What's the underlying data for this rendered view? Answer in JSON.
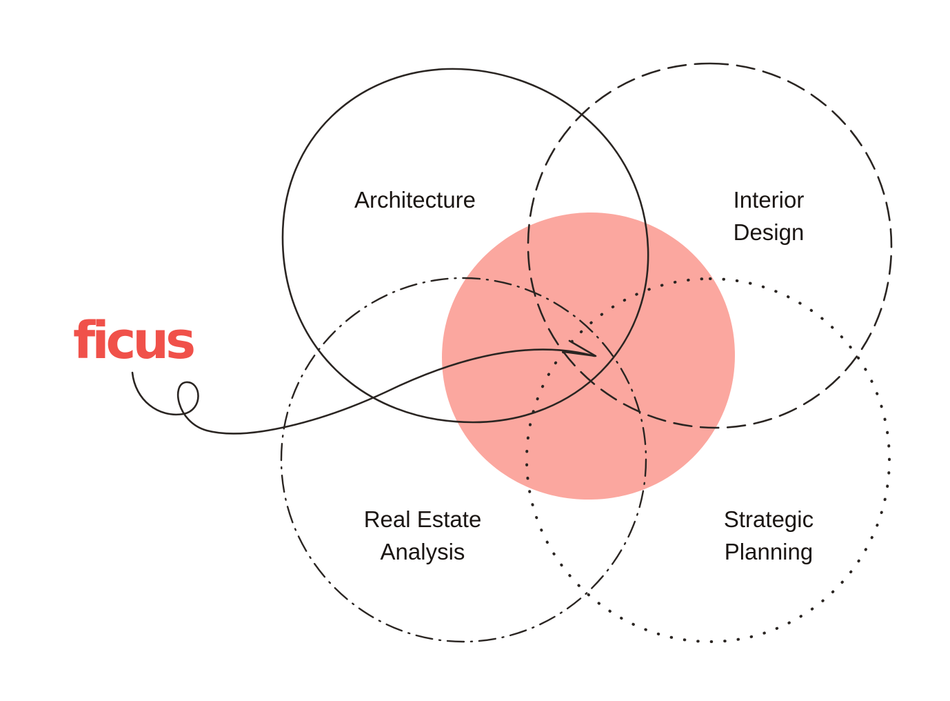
{
  "colors": {
    "ink": "#2a2522",
    "accent_fill": "#fba79f",
    "brand": "#f0514a"
  },
  "logo": {
    "text": "ficus"
  },
  "circles": [
    {
      "id": "architecture",
      "line_style": "solid",
      "lines": [
        "Architecture"
      ]
    },
    {
      "id": "interior-design",
      "line_style": "dashed",
      "lines": [
        "Interior",
        "Design"
      ]
    },
    {
      "id": "real-estate-analysis",
      "line_style": "dash-dot",
      "lines": [
        "Real Estate",
        "Analysis"
      ]
    },
    {
      "id": "strategic-planning",
      "line_style": "dotted",
      "lines": [
        "Strategic",
        "Planning"
      ]
    }
  ],
  "center_highlight": {
    "shape": "filled-circle"
  },
  "connector": {
    "style": "looped-arrow",
    "from": "logo",
    "to": "center"
  }
}
